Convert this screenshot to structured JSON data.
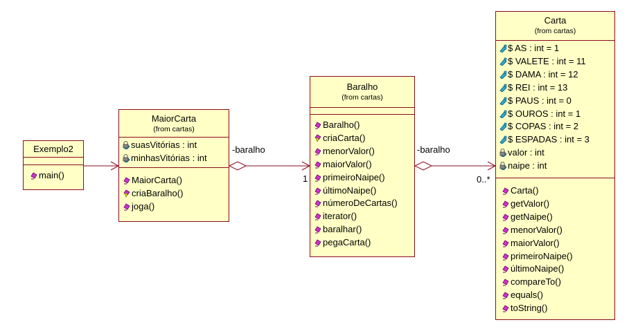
{
  "classes": {
    "exemplo2": {
      "name": "Exemplo2",
      "attributes": [],
      "operations": [
        {
          "icon": "public-operation-icon",
          "label": "main()"
        }
      ]
    },
    "maiorcarta": {
      "name": "MaiorCarta",
      "package": "(from cartas)",
      "attributes": [
        {
          "icon": "private-attribute-icon",
          "label": "suasVitórias : int"
        },
        {
          "icon": "private-attribute-icon",
          "label": "minhasVitórias : int"
        }
      ],
      "operations": [
        {
          "icon": "public-operation-icon",
          "label": "MaiorCarta()"
        },
        {
          "icon": "protected-operation-icon",
          "label": "criaBaralho()"
        },
        {
          "icon": "public-operation-icon",
          "label": "joga()"
        }
      ]
    },
    "baralho": {
      "name": "Baralho",
      "package": "(from cartas)",
      "attributes": [],
      "operations": [
        {
          "icon": "public-operation-icon",
          "label": "Baralho()"
        },
        {
          "icon": "protected-operation-icon",
          "label": "criaCarta()"
        },
        {
          "icon": "public-operation-icon",
          "label": "menorValor()"
        },
        {
          "icon": "public-operation-icon",
          "label": "maiorValor()"
        },
        {
          "icon": "public-operation-icon",
          "label": "primeiroNaipe()"
        },
        {
          "icon": "public-operation-icon",
          "label": "últimoNaipe()"
        },
        {
          "icon": "public-operation-icon",
          "label": "númeroDeCartas()"
        },
        {
          "icon": "public-operation-icon",
          "label": "iterator()"
        },
        {
          "icon": "public-operation-icon",
          "label": "baralhar()"
        },
        {
          "icon": "public-operation-icon",
          "label": "pegaCarta()"
        }
      ]
    },
    "carta": {
      "name": "Carta",
      "package": "(from cartas)",
      "attributes": [
        {
          "icon": "public-attribute-icon",
          "label": "$ AS : int = 1"
        },
        {
          "icon": "public-attribute-icon",
          "label": "$ VALETE : int = 11"
        },
        {
          "icon": "public-attribute-icon",
          "label": "$ DAMA : int = 12"
        },
        {
          "icon": "public-attribute-icon",
          "label": "$ REI : int = 13"
        },
        {
          "icon": "public-attribute-icon",
          "label": "$ PAUS : int = 0"
        },
        {
          "icon": "public-attribute-icon",
          "label": "$ OUROS : int = 1"
        },
        {
          "icon": "public-attribute-icon",
          "label": "$ COPAS : int = 2"
        },
        {
          "icon": "public-attribute-icon",
          "label": "$ ESPADAS : int = 3"
        },
        {
          "icon": "private-attribute-icon",
          "label": "valor : int"
        },
        {
          "icon": "private-attribute-icon",
          "label": "naipe : int"
        }
      ],
      "operations": [
        {
          "icon": "public-operation-icon",
          "label": "Carta()"
        },
        {
          "icon": "public-operation-icon",
          "label": "getValor()"
        },
        {
          "icon": "public-operation-icon",
          "label": "getNaipe()"
        },
        {
          "icon": "public-operation-icon",
          "label": "menorValor()"
        },
        {
          "icon": "public-operation-icon",
          "label": "maiorValor()"
        },
        {
          "icon": "public-operation-icon",
          "label": "primeiroNaipe()"
        },
        {
          "icon": "public-operation-icon",
          "label": "últimoNaipe()"
        },
        {
          "icon": "public-operation-icon",
          "label": "compareTo()"
        },
        {
          "icon": "public-operation-icon",
          "label": "equals()"
        },
        {
          "icon": "public-operation-icon",
          "label": "toString()"
        }
      ]
    }
  },
  "associations": {
    "maiorcarta_baralho": {
      "role": "-baralho",
      "multiplicity": "1"
    },
    "baralho_carta": {
      "role": "-baralho",
      "multiplicity": "0..*"
    }
  },
  "colors": {
    "class_fill": "#ffffc6",
    "class_border": "#8b0a1d",
    "line": "#8b0a1d",
    "operation_icon": "#cc33cc",
    "attribute_icon": "#33aacc"
  }
}
